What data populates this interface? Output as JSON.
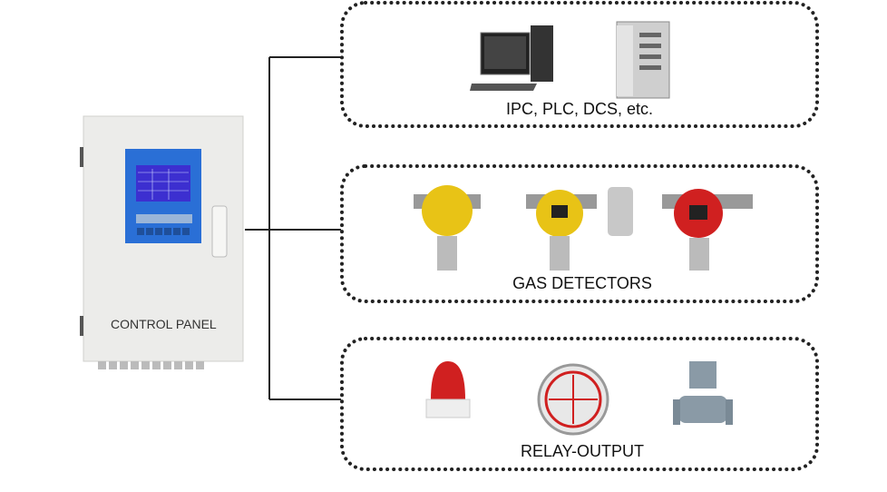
{
  "control_panel": {
    "label": "CONTROL PANEL",
    "screen_color": "#2a6fd6"
  },
  "groups": [
    {
      "label": "IPC, PLC, DCS, etc.",
      "icons": [
        "computer-icon",
        "server-cabinet-icon"
      ]
    },
    {
      "label": "GAS DETECTORS",
      "icons": [
        "gas-detector-yellow-icon",
        "gas-detector-display-icon",
        "gas-detector-red-icon"
      ]
    },
    {
      "label": "RELAY-OUTPUT",
      "icons": [
        "alarm-light-icon",
        "exhaust-fan-icon",
        "solenoid-valve-icon"
      ]
    }
  ],
  "colors": {
    "line": "#222222",
    "detector_yellow": "#e8c316",
    "alarm_red": "#d02020"
  }
}
